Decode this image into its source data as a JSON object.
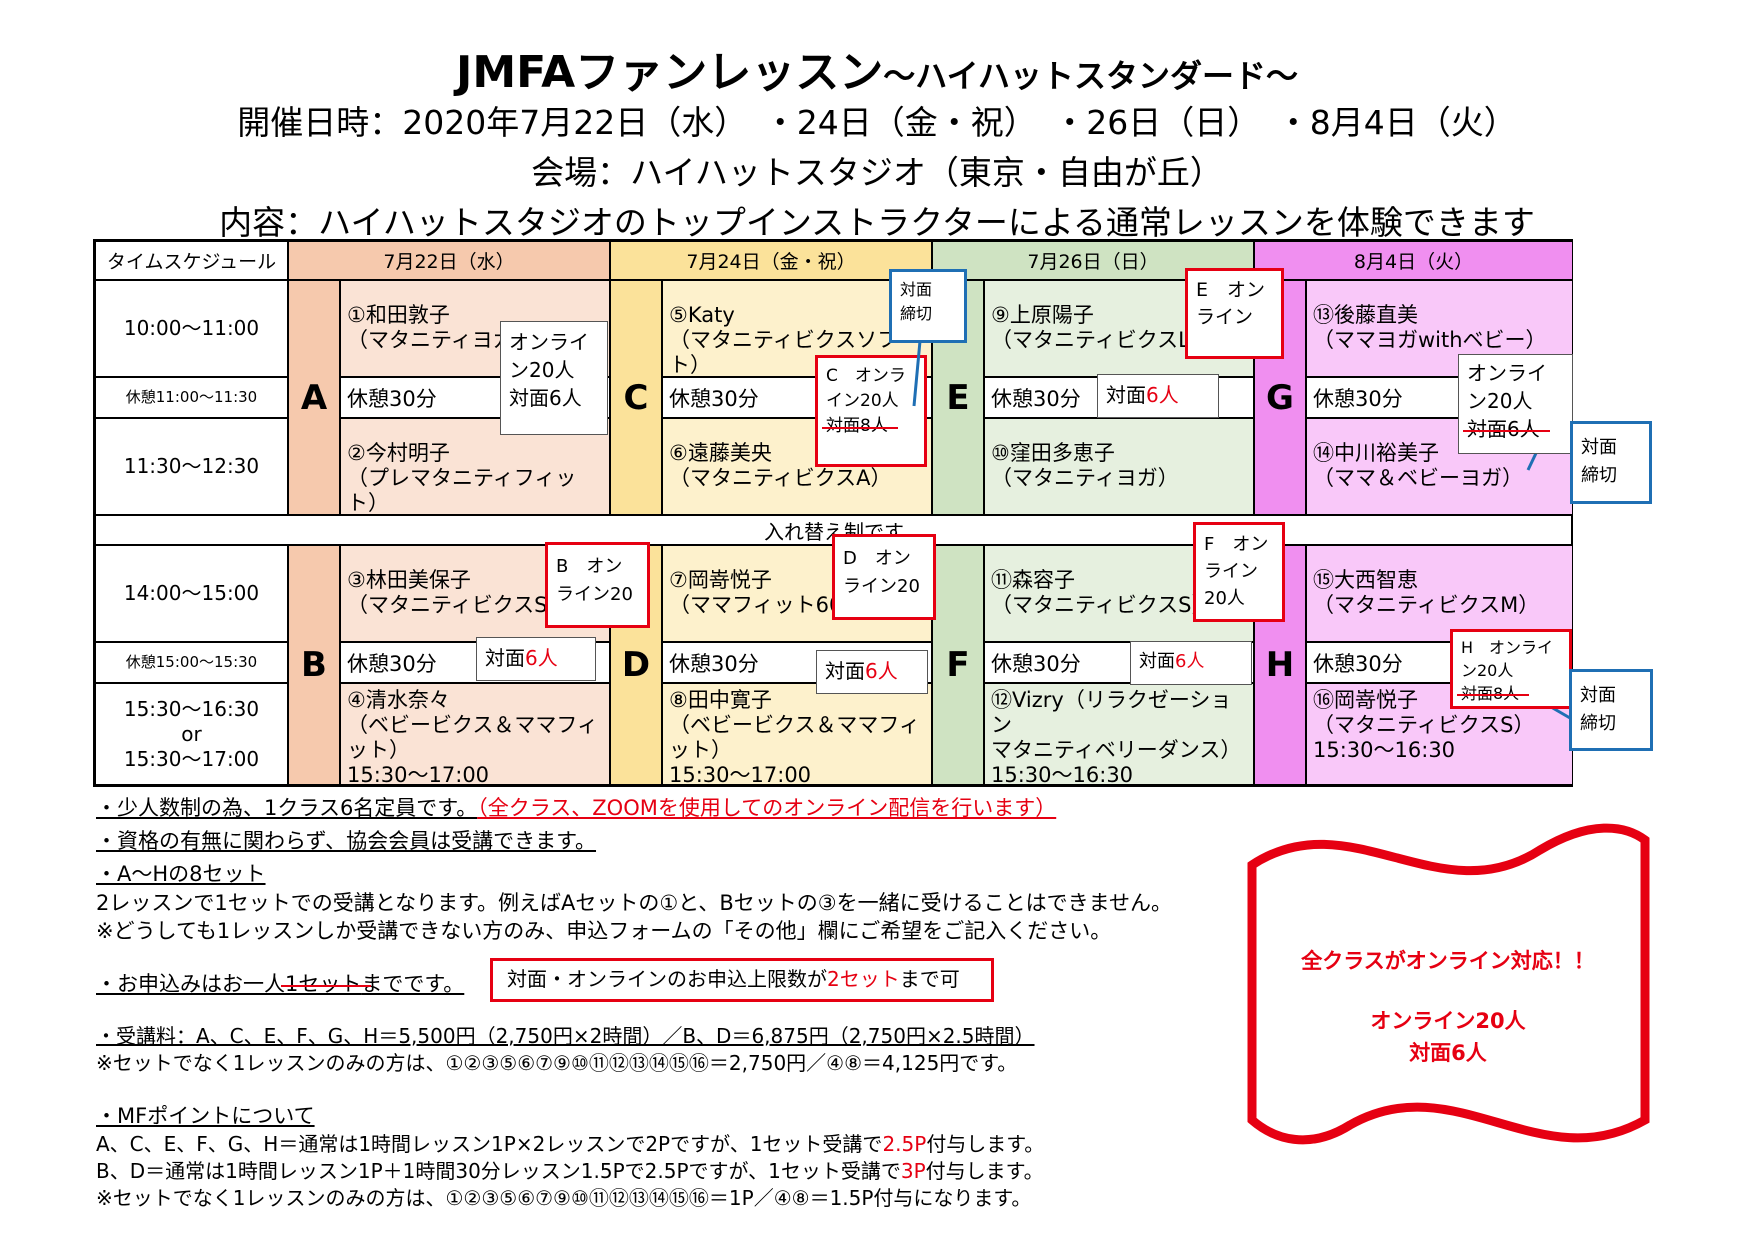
{
  "title_main": "JMFAファンレッスン",
  "title_sub": "～ハイハットスタンダード～",
  "date_line": "開催日時：2020年7月22日（水）　・24日（金・祝）　・26日（日）　・8月4日（火）",
  "venue_line": "会場：ハイハットスタジオ（東京・自由が丘）",
  "content_line": "内容：ハイハットスタジオのトップインストラクターによる通常レッスンを体験できます",
  "schedule": {
    "time_header": "タイムスケジュール",
    "days": [
      "7月22日（水）",
      "7月24日（金・祝）",
      "7月26日（日）",
      "8月4日（火）"
    ],
    "colors": {
      "day1": "#f6c9ad",
      "day2": "#fbe29a",
      "day3": "#cfe3c2",
      "day4": "#f08ff0",
      "day1_light": "#fae3d5",
      "day2_light": "#fdf1cc",
      "day3_light": "#e6f0df",
      "day4_light": "#f9c8f9"
    },
    "times_am": [
      "10:00～11:00",
      "休憩11:00～11:30",
      "11:30～12:30"
    ],
    "divider": "入れ替え制です",
    "times_pm": [
      "14:00～15:00",
      "休憩15:00～15:30",
      "15:30～16:30",
      "or",
      "15:30～17:00"
    ],
    "break_label": "休憩30分",
    "sets": [
      {
        "letter": "A",
        "l1_name": "①和田敦子",
        "l1_type": "（マタニティヨガ）",
        "l2_name": "②今村明子",
        "l2_type": "（プレマタニティフィット）",
        "l2_time": ""
      },
      {
        "letter": "C",
        "l1_name": "⑤Katy",
        "l1_type": "（マタニティビクスソフト）",
        "l2_name": "⑥遠藤美央",
        "l2_type": "（マタニティビクスA）",
        "l2_time": ""
      },
      {
        "letter": "E",
        "l1_name": "⑨上原陽子",
        "l1_type": "（マタニティビクスL）",
        "l2_name": "⑩窪田多恵子",
        "l2_type": "（マタニティヨガ）",
        "l2_time": ""
      },
      {
        "letter": "G",
        "l1_name": "⑬後藤直美",
        "l1_type": "（ママヨガwithベビー）",
        "l2_name": "⑭中川裕美子",
        "l2_type": "（ママ＆ベビーヨガ）",
        "l2_time": ""
      },
      {
        "letter": "B",
        "l1_name": "③林田美保子",
        "l1_type": "（マタニティビクスS）",
        "l2_name": "④清水奈々",
        "l2_type": "（ベビービクス＆ママフィット）",
        "l2_time": "15:30～17:00"
      },
      {
        "letter": "D",
        "l1_name": "⑦岡嵜悦子",
        "l1_type": "（ママフィット60）",
        "l2_name": "⑧田中寛子",
        "l2_type": "（ベビービクス＆ママフィット）",
        "l2_time": "15:30～17:00"
      },
      {
        "letter": "F",
        "l1_name": "⑪森容子",
        "l1_type": "（マタニティビクスS）",
        "l2_name": "⑫Vizry（リラクゼーション",
        "l2_type": "マタニティベリーダンス）",
        "l2_time": "15:30～16:30"
      },
      {
        "letter": "H",
        "l1_name": "⑮大西智恵",
        "l1_type": "（マタニティビクスM）",
        "l2_name": "⑯岡嵜悦子",
        "l2_type": "（マタニティビクスS）",
        "l2_time": "15:30～16:30"
      }
    ],
    "notes": {
      "a_1": "オンライ",
      "a_2": "ン20人",
      "a_3": "対面6人",
      "c_1": "C　オンラ",
      "c_2": "イン20人",
      "c_3": "対面8人",
      "e_1": "E　オン",
      "e_2": "ライン",
      "e_face_pre": "対面",
      "e_face_num": "6人",
      "g_1": "オンライ",
      "g_2": "ン20人",
      "g_3": "対面6人",
      "closed_1": "対面",
      "closed_2": "締切",
      "b_1": "B　オン",
      "b_2": "ライン20",
      "d_1": "D　オン",
      "d_2": "ライン20",
      "f_1": "F　オン",
      "f_2": "ライン",
      "f_3": "20人",
      "h_1": "H　オンライ",
      "h_2": "ン20人",
      "h_3": "対面8人"
    }
  },
  "info": {
    "l1_a": "・少人数制の為、1クラス6名定員です。",
    "l1_b": "（全クラス、ZOOMを使用してのオンライン配信を行います）",
    "l2": "・資格の有無に関わらず、協会会員は受講できます。",
    "l3": "・A～Hの8セット",
    "l4": "2レッスンで1セットでの受講となります。例えばAセットの①と、Bセットの③を一緒に受けることはできません。",
    "l5": "※どうしても1レッスンしか受講できない方のみ、申込フォームの「その他」欄にご希望をご記入ください。",
    "l6_a": "・お申込みはお一人",
    "l6_b": "1セット",
    "l6_c": "までです。",
    "l6_box_a": "対面・オンラインのお申込上限数が",
    "l6_box_b": "2セット",
    "l6_box_c": "まで可",
    "l7": "・受講料：A、C、E、F、G、H＝5,500円（2,750円×2時間）／B、D＝6,875円（2,750円×2.5時間）",
    "l8": "※セットでなく1レッスンのみの方は、①②③⑤⑥⑦⑨⑩⑪⑫⑬⑭⑮⑯＝2,750円／④⑧＝4,125円です。",
    "l9": "・MFポイントについて",
    "l10_a": "A、C、E、F、G、H＝通常は1時間レッスン1P×2レッスンで2Pですが、1セット受講で",
    "l10_b": "2.5P",
    "l10_c": "付与します。",
    "l11_a": "B、D＝通常は1時間レッスン1P＋1時間30分レッスン1.5Pで2.5Pですが、1セット受講で",
    "l11_b": "3P",
    "l11_c": "付与します。",
    "l12": "※セットでなく1レッスンのみの方は、①②③⑤⑥⑦⑨⑩⑪⑫⑬⑭⑮⑯＝1P／④⑧＝1.5P付与になります。"
  },
  "banner": {
    "line1": "全クラスがオンライン対応！！",
    "line2": "オンライン20人",
    "line3": "対面6人"
  }
}
